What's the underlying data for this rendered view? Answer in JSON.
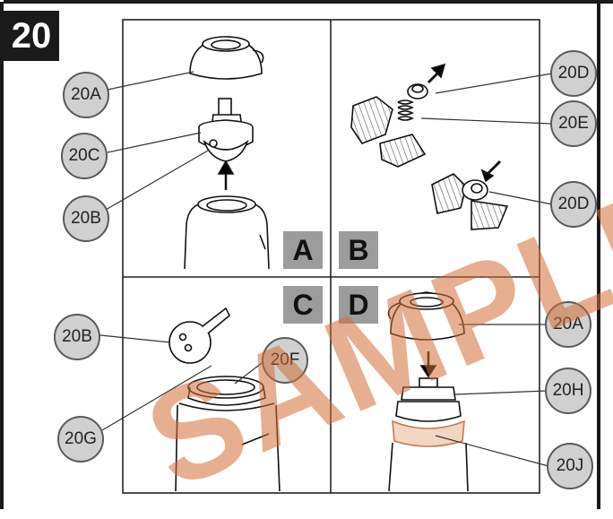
{
  "step": {
    "number": "20"
  },
  "panels": [
    {
      "id": "A",
      "label": "A"
    },
    {
      "id": "B",
      "label": "B"
    },
    {
      "id": "C",
      "label": "C"
    },
    {
      "id": "D",
      "label": "D"
    }
  ],
  "callouts": {
    "a_20A": "20A",
    "a_20C": "20C",
    "a_20B": "20B",
    "b_20D_top": "20D",
    "b_20E": "20E",
    "b_20D_bottom": "20D",
    "c_20B": "20B",
    "c_20F": "20F",
    "c_20G": "20G",
    "d_20A": "20A",
    "d_20H": "20H",
    "d_20J": "20J"
  },
  "watermark": {
    "text": "SAMPLE"
  },
  "colors": {
    "border": "#1a1a1a",
    "callout_fill": "#d0d0d0",
    "tag_fill": "#9c9c9c",
    "watermark": "#d26e37"
  }
}
